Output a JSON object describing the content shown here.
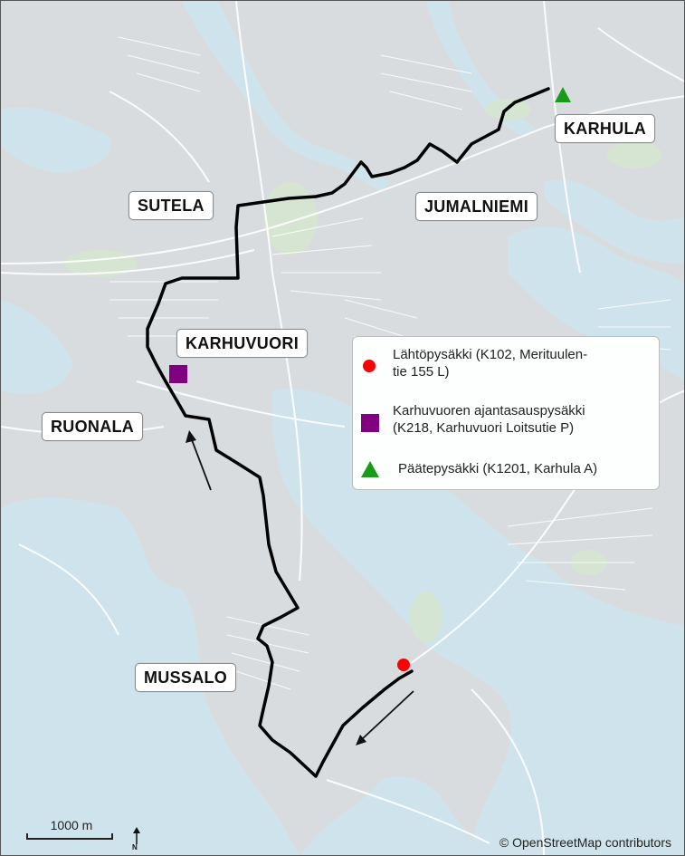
{
  "places": [
    {
      "key": "karhula",
      "label": "KARHULA"
    },
    {
      "key": "sutela",
      "label": "SUTELA"
    },
    {
      "key": "jumalniemi",
      "label": "JUMALNIEMI"
    },
    {
      "key": "karhuvuori",
      "label": "KARHUVUORI"
    },
    {
      "key": "ruonala",
      "label": "RUONALA"
    },
    {
      "key": "mussalo",
      "label": "MUSSALO"
    }
  ],
  "legend": {
    "start": {
      "text": "Lähtöpysäkki (K102, Merituulen-tie 155 L)",
      "line1": "Lähtöpysäkki (K102, Merituulen-",
      "line2": "tie 155 L)",
      "color": "#ff0000",
      "symbol": "circle"
    },
    "timing": {
      "text": "Karhuvuoren ajantasauspysäkki (K218, Karhuvuori Loitsutie P)",
      "line1": "Karhuvuoren ajantasauspysäkki",
      "line2": "(K218, Karhuvuori Loitsutie P)",
      "color": "#800080",
      "symbol": "square"
    },
    "end": {
      "text": "Päätepysäkki (K1201, Karhula A)",
      "line1": "Päätepysäkki (K1201, Karhula A)",
      "color": "#1a9a1a",
      "symbol": "triangle"
    }
  },
  "scale": {
    "label": "1000 m"
  },
  "north": {
    "label": "N"
  },
  "attribution": "© OpenStreetMap contributors",
  "colors": {
    "water": "#cfe3ec",
    "land": "#d8dcdf",
    "route": "#000000",
    "park": "#d3e6cf"
  }
}
